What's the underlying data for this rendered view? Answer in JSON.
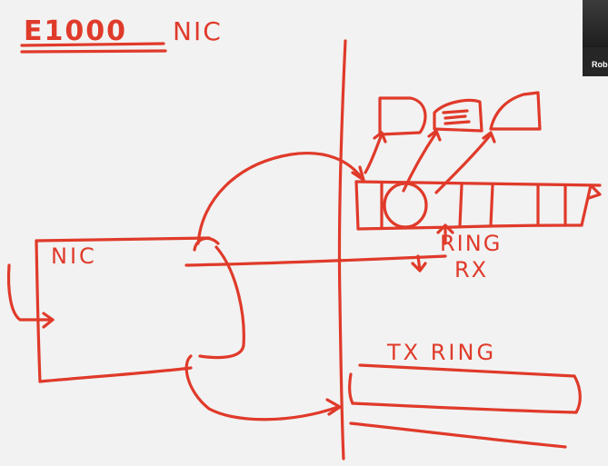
{
  "board": {
    "title": "E1000",
    "title_suffix": "NIC",
    "nic_label": "NIC",
    "rx_ring_word": "RING",
    "rx_ring_sub": "RX",
    "tx_ring_label": "TX RING",
    "ink_color": "#e03a2a",
    "board_color": "#f2f2f2"
  },
  "participant": {
    "name": "Robe"
  }
}
